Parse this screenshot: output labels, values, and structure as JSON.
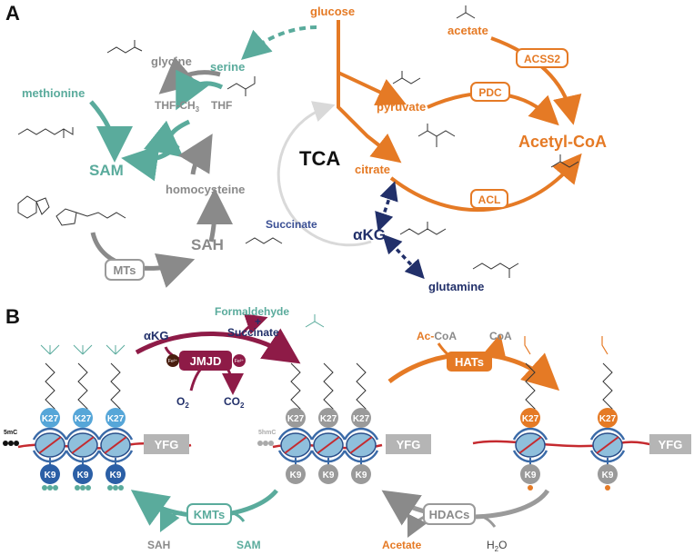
{
  "panels": {
    "a": "A",
    "b": "B"
  },
  "metabolism": {
    "glucose": "glucose",
    "acetate": "acetate",
    "pyruvate": "pyruvate",
    "pdc": "PDC",
    "acss2": "ACSS2",
    "acetyl_coa": "Acetyl-CoA",
    "citrate": "citrate",
    "acl": "ACL",
    "tca": "TCA",
    "akg": "αKG",
    "succinate": "Succinate",
    "glutamine": "glutamine",
    "serine": "serine",
    "glycine": "glycine",
    "thf": "THF",
    "thf_ch3": "THF-CH",
    "thf_ch3_sub": "3",
    "methionine": "methionine",
    "sam": "SAM",
    "homocysteine": "homocysteine",
    "sah": "SAH",
    "mts": "MTs"
  },
  "chromatin": {
    "akg": "αKG",
    "jmjd": "JMJD",
    "formaldehyde": "Formaldehyde",
    "plus": "+",
    "succinate": "Succinate",
    "o2": "O",
    "o2_sub": "2",
    "co2": "CO",
    "co2_sub": "2",
    "fe": "Fe²⁺",
    "ac_prefix": "Ac-",
    "coa_suffix": "CoA",
    "coa": "CoA",
    "hats": "HATs",
    "kmts": "KMTs",
    "hdacs": "HDACs",
    "sah": "SAH",
    "sam": "SAM",
    "acetate": "Acetate",
    "h2o": "H",
    "h2o_sub": "2",
    "h2o_o": "O",
    "yfg": "YFG",
    "mark_5mc": "5mC",
    "mark_5hmc": "5hmC",
    "k27": "K27",
    "k9": "K9"
  },
  "colors": {
    "orange": "#e57a25",
    "teal": "#5aab9c",
    "gray": "#8a8a8a",
    "navy": "#22306a",
    "maroon": "#8e1b47",
    "blue_light": "#56a6d8",
    "blue_dark": "#2b5fa6"
  }
}
